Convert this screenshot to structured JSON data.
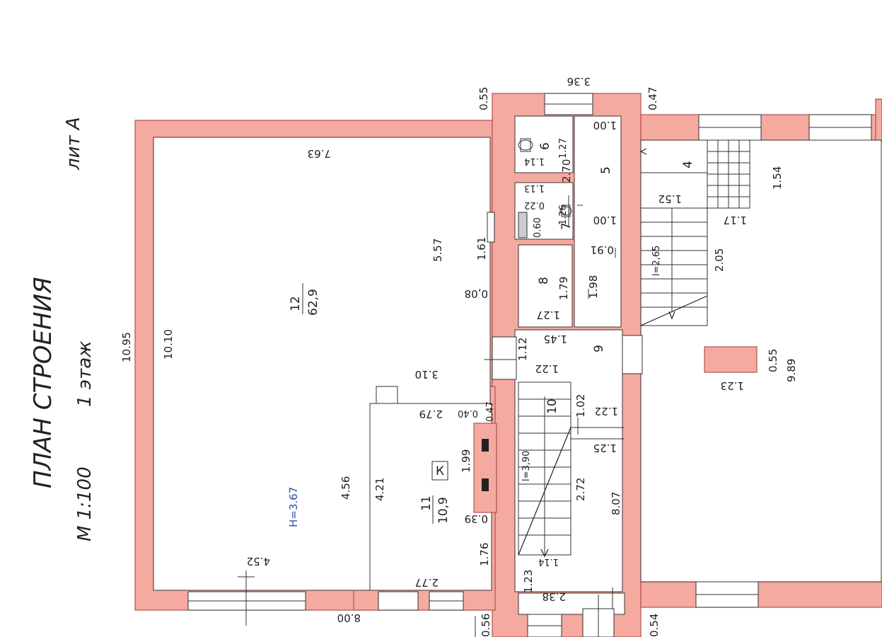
{
  "header": {
    "title": "ПЛАН  СТРОЕНИЯ",
    "lit": "лит А",
    "scale": "М 1:100",
    "floor": "1  этаж"
  },
  "rooms": {
    "r12": {
      "num": "12",
      "area": "62,9"
    },
    "r11": {
      "num": "11",
      "area": "10,9"
    },
    "r10": {
      "num": "10"
    },
    "r9": {
      "num": "9"
    },
    "r8": {
      "num": "8"
    },
    "r7": {
      "num": "7"
    },
    "r6": {
      "num": "6"
    },
    "r5": {
      "num": "5"
    },
    "r4": {
      "num": "4"
    }
  },
  "marks": {
    "k": "К",
    "height": "Н=3.67",
    "stair1": "l=3,90",
    "stair2": "l=2,65"
  },
  "dims": {
    "d0_55t": "0.55",
    "d3_36": "3.36",
    "d0_47": "0.47",
    "d7_63": "7.63",
    "d10_95": "10.95",
    "d10_10": "10.10",
    "d5_57": "5.57",
    "d1_61": "1.61",
    "d0_08": "0,08",
    "d3_10": "3.10",
    "d2_79": "2.79",
    "d0_40": "0.40",
    "d0_47b": "0.47",
    "d1_99": "1.99",
    "d4_21": "4.21",
    "d4_56": "4.56",
    "d0_39": "0.39",
    "d1_76": "1.76",
    "d2_77": "2.77",
    "d4_52": "4.52",
    "d8_00": "8.00",
    "d0_56": "0.56",
    "d0_54": "0.54",
    "d1_14": "1.14",
    "d1_27a": "1.27",
    "d2_70": "2.70",
    "d1_00a": "1.00",
    "d1_13": "1.13",
    "d0_22": "0.22",
    "d1_26": "1.26",
    "d0_60": "0.60",
    "d1_00b": "1.00",
    "d0_91": "0.91",
    "d1_79": "1.79",
    "d1_98": "1.98",
    "d1_27b": "1.27",
    "d1_45": "1.45",
    "d1_12": "1.12",
    "d1_22a": "1.22",
    "d1_02": "1.02",
    "d1_22b": "1.22",
    "d1_25": "1.25",
    "d2_72": "2.72",
    "d8_07": "8.07",
    "d1_14b": "1.14",
    "d1_23a": "1.23",
    "d2_38": "2.38",
    "d1_54": "1.54",
    "d1_52": "1.52",
    "d1_17": "1.17",
    "d2_05": "2.05",
    "d0_55c": "0.55",
    "d1_23b": "1.23",
    "d9_89": "9.89"
  }
}
